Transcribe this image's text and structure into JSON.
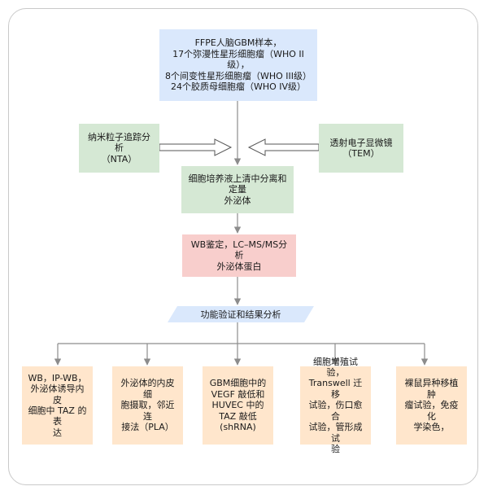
{
  "top_box": {
    "lines": [
      "FFPE人脑GBM样本，",
      "17个弥漫性星形细胞瘤（WHO II级），",
      "8个间变性星形细胞瘤（WHO III级）",
      "24个胶质母细胞瘤（WHO IV级）"
    ]
  },
  "left_box": {
    "lines": [
      "纳米粒子追踪分析",
      "（NTA）"
    ]
  },
  "right_box": {
    "lines": [
      "透射电子显微镜",
      "（TEM）"
    ]
  },
  "culture_box": {
    "lines": [
      "细胞培养液上清中分离和定量",
      "外泌体"
    ]
  },
  "wb_box": {
    "lines": [
      "WB鉴定，LC–MS/MS分析",
      "外泌体蛋白"
    ]
  },
  "validation": {
    "label": "功能验证和结果分析"
  },
  "bottom_boxes": [
    {
      "lines": [
        "WB，IP-WB，",
        "外泌体诱导内皮",
        "细胞中 TAZ 的表",
        "达"
      ]
    },
    {
      "lines": [
        "外泌体的内皮细",
        "胞摄取，邻近连",
        "接法（PLA）"
      ]
    },
    {
      "lines": [
        "GBM细胞中的",
        "VEGF 敲低和",
        "HUVEC 中的",
        "TAZ 敲低",
        "(shRNA)"
      ]
    },
    {
      "lines": [
        "细胞增殖试验，",
        "Transwell 迁移",
        "试验，伤口愈合",
        "试验，管形成试",
        "验"
      ]
    },
    {
      "lines": [
        "裸鼠异种移植肿",
        "瘤试验，免疫化",
        "学染色，"
      ]
    }
  ],
  "colors": {
    "blue_fill": "#dae8fc",
    "green_fill": "#d5e8d4",
    "red_fill": "#f8cecc",
    "orange_fill": "#ffe6cc",
    "connector": "#8c8c8c"
  }
}
